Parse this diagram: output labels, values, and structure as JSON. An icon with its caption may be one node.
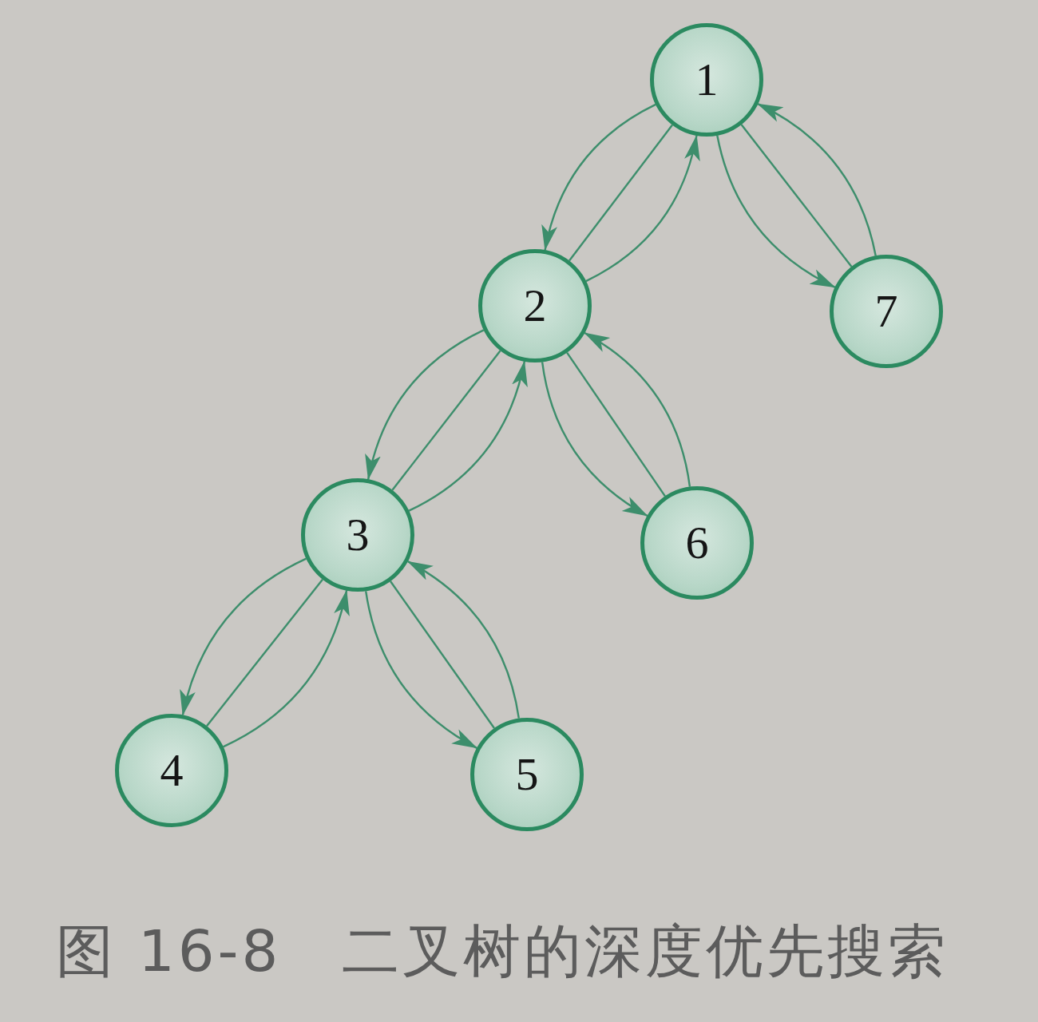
{
  "diagram": {
    "caption": "图 16-8　二叉树的深度优先搜索",
    "nodes": [
      {
        "text": [
          "1"
        ]
      },
      {
        "text": [
          "2"
        ]
      },
      {
        "text": [
          "7"
        ]
      },
      {
        "text": [
          "3"
        ]
      },
      {
        "text": [
          "6"
        ]
      },
      {
        "text": [
          "4"
        ]
      },
      {
        "text": [
          "5"
        ]
      }
    ],
    "edges": [
      {
        "from": 0,
        "to": 1,
        "arrow": "to"
      },
      {
        "from": 0,
        "to": 1,
        "arrow": "none"
      },
      {
        "from": 1,
        "to": 0,
        "arrow": "to"
      },
      {
        "from": 0,
        "to": 2,
        "arrow": "to"
      },
      {
        "from": 0,
        "to": 2,
        "arrow": "none"
      },
      {
        "from": 2,
        "to": 0,
        "arrow": "to"
      },
      {
        "from": 1,
        "to": 3,
        "arrow": "to"
      },
      {
        "from": 1,
        "to": 3,
        "arrow": "none"
      },
      {
        "from": 3,
        "to": 1,
        "arrow": "to"
      },
      {
        "from": 1,
        "to": 4,
        "arrow": "to"
      },
      {
        "from": 1,
        "to": 4,
        "arrow": "none"
      },
      {
        "from": 4,
        "to": 1,
        "arrow": "to"
      },
      {
        "from": 3,
        "to": 5,
        "arrow": "to"
      },
      {
        "from": 3,
        "to": 5,
        "arrow": "none"
      },
      {
        "from": 5,
        "to": 3,
        "arrow": "to"
      },
      {
        "from": 3,
        "to": 6,
        "arrow": "to"
      },
      {
        "from": 3,
        "to": 6,
        "arrow": "none"
      },
      {
        "from": 6,
        "to": 3,
        "arrow": "to"
      }
    ]
  }
}
